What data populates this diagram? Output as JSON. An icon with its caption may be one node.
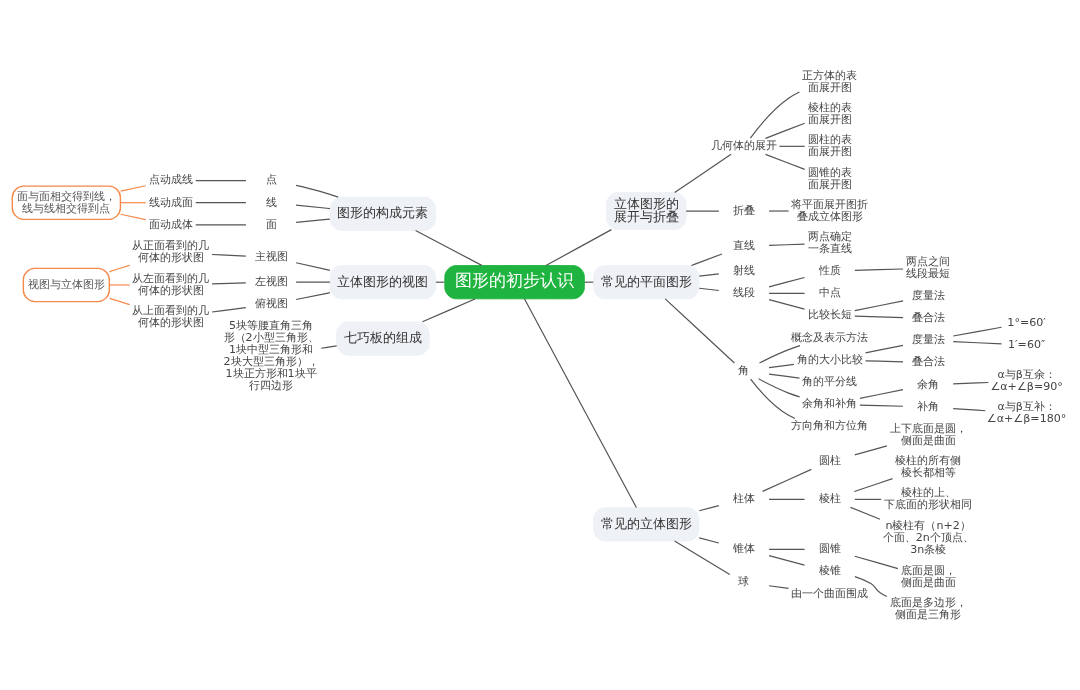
{
  "diagram": {
    "nodes": [
      {
        "text": [
          "图形的初步认识"
        ]
      },
      {
        "text": [
          "立体图形的展开与折叠"
        ]
      },
      {
        "text": [
          "几何体的展开"
        ]
      },
      {
        "text": [
          "正方体的表面展开图"
        ]
      },
      {
        "text": [
          "棱柱的表面展开图"
        ]
      },
      {
        "text": [
          "圆柱的表面展开图"
        ]
      },
      {
        "text": [
          "圆锥的表面展开图"
        ]
      },
      {
        "text": [
          "折叠"
        ]
      },
      {
        "text": [
          "将平面展开图折叠成立体图形"
        ]
      },
      {
        "text": [
          "常见的平面图形"
        ]
      },
      {
        "text": [
          "直线"
        ]
      },
      {
        "text": [
          "两点确定一条直线"
        ]
      },
      {
        "text": [
          "射线"
        ]
      },
      {
        "text": [
          "线段"
        ]
      },
      {
        "text": [
          "性质"
        ]
      },
      {
        "text": [
          "两点之间线段最短"
        ]
      },
      {
        "text": [
          "中点"
        ]
      },
      {
        "text": [
          "比较长短"
        ]
      },
      {
        "text": [
          "度量法"
        ]
      },
      {
        "text": [
          "叠合法"
        ]
      },
      {
        "text": [
          "角"
        ]
      },
      {
        "text": [
          "概念及表示方法"
        ]
      },
      {
        "text": [
          "角的大小比较"
        ]
      },
      {
        "text": [
          "度量法"
        ]
      },
      {
        "text": [
          "1°=60′"
        ]
      },
      {
        "text": [
          "1′=60″"
        ]
      },
      {
        "text": [
          "叠合法"
        ]
      },
      {
        "text": [
          "角的平分线"
        ]
      },
      {
        "text": [
          "余角和补角"
        ]
      },
      {
        "text": [
          "余角"
        ]
      },
      {
        "text": [
          "α与β互余：∠α+∠β=90°"
        ]
      },
      {
        "text": [
          "补角"
        ]
      },
      {
        "text": [
          "α与β互补：∠α+∠β=180°"
        ]
      },
      {
        "text": [
          "方向角和方位角"
        ]
      },
      {
        "text": [
          "常见的立体图形"
        ]
      },
      {
        "text": [
          "柱体"
        ]
      },
      {
        "text": [
          "圆柱"
        ]
      },
      {
        "text": [
          "上下底面是圆，侧面是曲面"
        ]
      },
      {
        "text": [
          "棱柱"
        ]
      },
      {
        "text": [
          "棱柱的所有侧棱长都相等"
        ]
      },
      {
        "text": [
          "棱柱的上、下底面的形状相同"
        ]
      },
      {
        "text": [
          "n棱柱有（n+2）个面、2n个顶点、3n条棱"
        ]
      },
      {
        "text": [
          "锥体"
        ]
      },
      {
        "text": [
          "圆锥"
        ]
      },
      {
        "text": [
          "底面是圆，侧面是曲面"
        ]
      },
      {
        "text": [
          "棱锥"
        ]
      },
      {
        "text": [
          "底面是多边形，侧面是三角形"
        ]
      },
      {
        "text": [
          "球"
        ]
      },
      {
        "text": [
          "由一个曲面围成"
        ]
      },
      {
        "text": [
          "图形的构成元素"
        ]
      },
      {
        "text": [
          "点"
        ]
      },
      {
        "text": [
          "线"
        ]
      },
      {
        "text": [
          "面"
        ]
      },
      {
        "text": [
          "点动成线"
        ]
      },
      {
        "text": [
          "线动成面"
        ]
      },
      {
        "text": [
          "面动成体"
        ]
      },
      {
        "text": [
          "面与面相交得到线，线与线相交得到点"
        ]
      },
      {
        "text": [
          "立体图形的视图"
        ]
      },
      {
        "text": [
          "主视图"
        ]
      },
      {
        "text": [
          "左视图"
        ]
      },
      {
        "text": [
          "俯视图"
        ]
      },
      {
        "text": [
          "从正面看到的几何体的形状图"
        ]
      },
      {
        "text": [
          "从左面看到的几何体的形状图"
        ]
      },
      {
        "text": [
          "从上面看到的几何体的形状图"
        ]
      },
      {
        "text": [
          "视图与立体图形"
        ]
      },
      {
        "text": [
          "七巧板的组成"
        ]
      },
      {
        "text": [
          "5块等腰直角三角形（2小型三角形、1块中型三角形和2块大型三角形），1块正方形和1块平行四边形"
        ]
      }
    ],
    "edges": [
      {
        "from": 0,
        "to": 1,
        "arrow": "none"
      },
      {
        "from": 1,
        "to": 2,
        "arrow": "none"
      },
      {
        "from": 2,
        "to": 3,
        "arrow": "none"
      },
      {
        "from": 2,
        "to": 4,
        "arrow": "none"
      },
      {
        "from": 2,
        "to": 5,
        "arrow": "none"
      },
      {
        "from": 2,
        "to": 6,
        "arrow": "none"
      },
      {
        "from": 1,
        "to": 7,
        "arrow": "none"
      },
      {
        "from": 7,
        "to": 8,
        "arrow": "none"
      },
      {
        "from": 0,
        "to": 9,
        "arrow": "none"
      },
      {
        "from": 9,
        "to": 10,
        "arrow": "none"
      },
      {
        "from": 10,
        "to": 11,
        "arrow": "none"
      },
      {
        "from": 9,
        "to": 12,
        "arrow": "none"
      },
      {
        "from": 9,
        "to": 13,
        "arrow": "none"
      },
      {
        "from": 13,
        "to": 14,
        "arrow": "none"
      },
      {
        "from": 14,
        "to": 15,
        "arrow": "none"
      },
      {
        "from": 13,
        "to": 16,
        "arrow": "none"
      },
      {
        "from": 13,
        "to": 17,
        "arrow": "none"
      },
      {
        "from": 17,
        "to": 18,
        "arrow": "none"
      },
      {
        "from": 17,
        "to": 19,
        "arrow": "none"
      },
      {
        "from": 9,
        "to": 20,
        "arrow": "none"
      },
      {
        "from": 20,
        "to": 21,
        "arrow": "none"
      },
      {
        "from": 20,
        "to": 22,
        "arrow": "none"
      },
      {
        "from": 22,
        "to": 23,
        "arrow": "none"
      },
      {
        "from": 23,
        "to": 24,
        "arrow": "none"
      },
      {
        "from": 23,
        "to": 25,
        "arrow": "none"
      },
      {
        "from": 22,
        "to": 26,
        "arrow": "none"
      },
      {
        "from": 20,
        "to": 27,
        "arrow": "none"
      },
      {
        "from": 20,
        "to": 28,
        "arrow": "none"
      },
      {
        "from": 28,
        "to": 29,
        "arrow": "none"
      },
      {
        "from": 29,
        "to": 30,
        "arrow": "none"
      },
      {
        "from": 28,
        "to": 31,
        "arrow": "none"
      },
      {
        "from": 31,
        "to": 32,
        "arrow": "none"
      },
      {
        "from": 20,
        "to": 33,
        "arrow": "none"
      },
      {
        "from": 0,
        "to": 34,
        "arrow": "none"
      },
      {
        "from": 34,
        "to": 35,
        "arrow": "none"
      },
      {
        "from": 35,
        "to": 36,
        "arrow": "none"
      },
      {
        "from": 36,
        "to": 37,
        "arrow": "none"
      },
      {
        "from": 35,
        "to": 38,
        "arrow": "none"
      },
      {
        "from": 38,
        "to": 39,
        "arrow": "none"
      },
      {
        "from": 38,
        "to": 40,
        "arrow": "none"
      },
      {
        "from": 38,
        "to": 41,
        "arrow": "none"
      },
      {
        "from": 34,
        "to": 42,
        "arrow": "none"
      },
      {
        "from": 42,
        "to": 43,
        "arrow": "none"
      },
      {
        "from": 43,
        "to": 44,
        "arrow": "none"
      },
      {
        "from": 42,
        "to": 45,
        "arrow": "none"
      },
      {
        "from": 45,
        "to": 46,
        "arrow": "none"
      },
      {
        "from": 34,
        "to": 47,
        "arrow": "none"
      },
      {
        "from": 47,
        "to": 48,
        "arrow": "none"
      },
      {
        "from": 49,
        "to": 0,
        "arrow": "none"
      },
      {
        "from": 50,
        "to": 49,
        "arrow": "none"
      },
      {
        "from": 51,
        "to": 49,
        "arrow": "none"
      },
      {
        "from": 52,
        "to": 49,
        "arrow": "none"
      },
      {
        "from": 53,
        "to": 50,
        "arrow": "none"
      },
      {
        "from": 54,
        "to": 51,
        "arrow": "none"
      },
      {
        "from": 55,
        "to": 52,
        "arrow": "none"
      },
      {
        "from": 56,
        "to": 53,
        "arrow": "none",
        "color": "#f5894a"
      },
      {
        "from": 56,
        "to": 54,
        "arrow": "none",
        "color": "#f5894a"
      },
      {
        "from": 56,
        "to": 55,
        "arrow": "none",
        "color": "#f5894a"
      },
      {
        "from": 57,
        "to": 0,
        "arrow": "none"
      },
      {
        "from": 58,
        "to": 57,
        "arrow": "none"
      },
      {
        "from": 59,
        "to": 57,
        "arrow": "none"
      },
      {
        "from": 60,
        "to": 57,
        "arrow": "none"
      },
      {
        "from": 61,
        "to": 58,
        "arrow": "none"
      },
      {
        "from": 62,
        "to": 59,
        "arrow": "none"
      },
      {
        "from": 63,
        "to": 60,
        "arrow": "none"
      },
      {
        "from": 64,
        "to": 61,
        "arrow": "none",
        "color": "#f5894a"
      },
      {
        "from": 64,
        "to": 62,
        "arrow": "none",
        "color": "#f5894a"
      },
      {
        "from": 64,
        "to": 63,
        "arrow": "none",
        "color": "#f5894a"
      },
      {
        "from": 65,
        "to": 0,
        "arrow": "none"
      },
      {
        "from": 66,
        "to": 65,
        "arrow": "none"
      }
    ]
  }
}
